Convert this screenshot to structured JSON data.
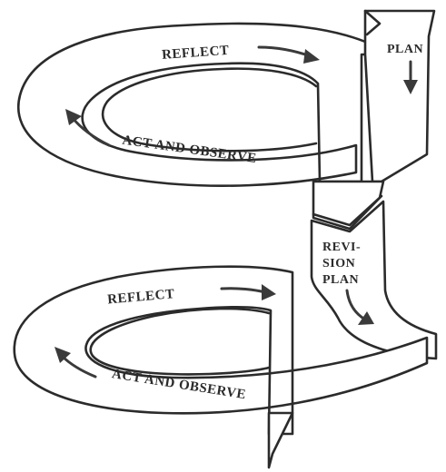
{
  "diagram": {
    "cycle1": {
      "reflect": "REFLECT",
      "plan": "PLAN",
      "act_observe": "ACT AND OBSERVE"
    },
    "cycle2": {
      "reflect": "REFLECT",
      "revision_plan_lines": [
        "REVI-",
        "SION",
        "PLAN"
      ],
      "act_observe": "ACT AND OBSERVE"
    }
  },
  "colors": {
    "outline": "#2b2b2b",
    "arrow": "#3a3a3a",
    "background": "#ffffff"
  }
}
